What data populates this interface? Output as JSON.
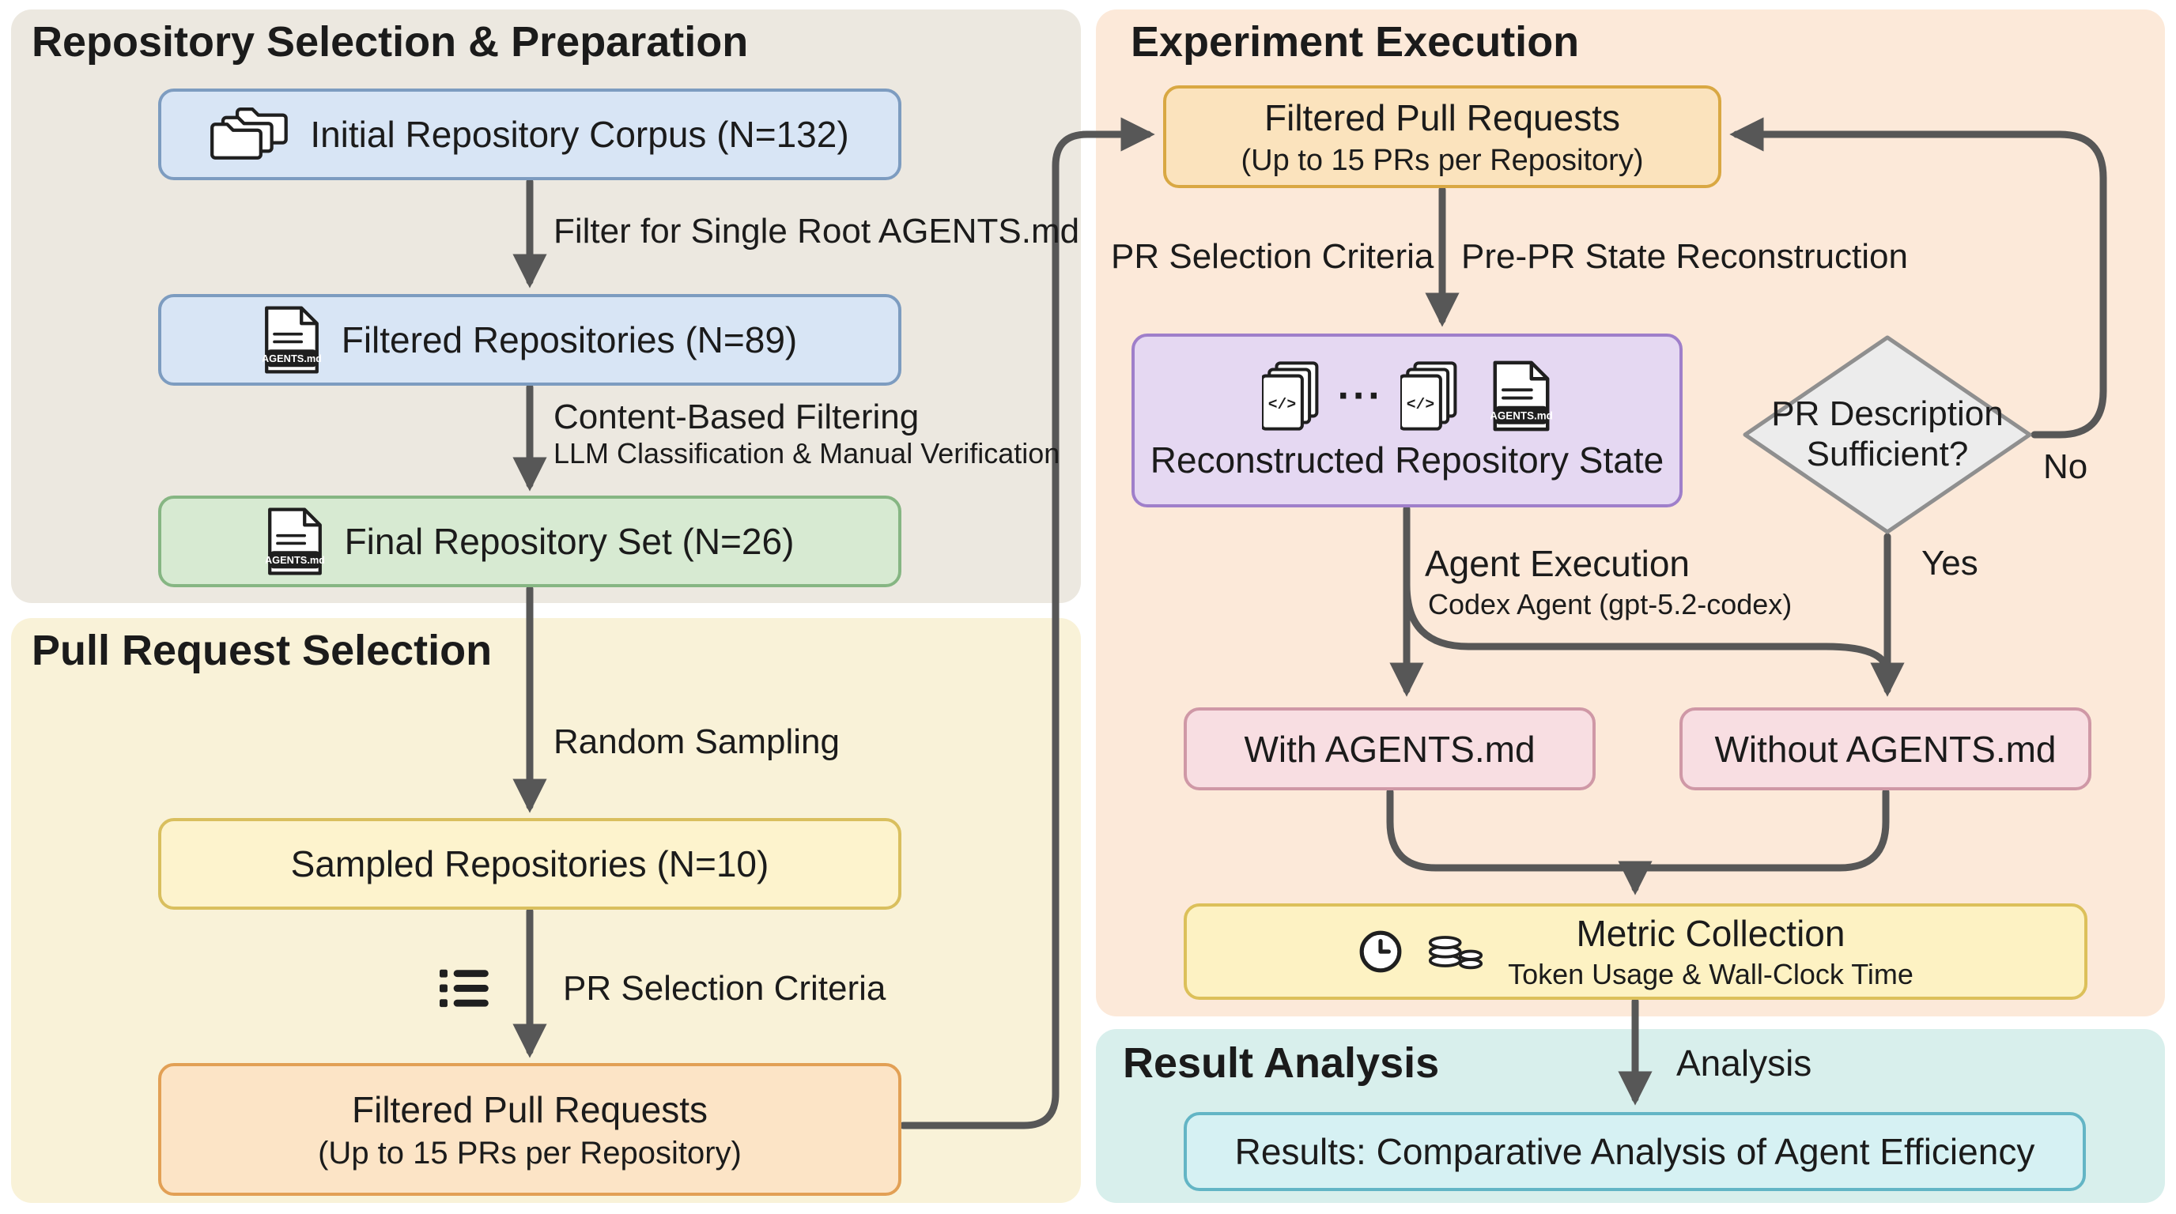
{
  "colors": {
    "arrow": "#575757",
    "text": "#1b1b1b",
    "panel_repo_bg": "#ece8e0",
    "panel_pr_bg": "#f9f2d8",
    "panel_experiment_bg": "#fce9d9",
    "panel_result_bg": "#d8efec",
    "blue_fill": "#d8e5f5",
    "blue_border": "#7d9cc0",
    "green_fill": "#d7ead2",
    "green_border": "#86b683",
    "yellow_fill": "#fdf3cd",
    "yellow_border": "#d9bf5e",
    "orange_fill": "#fce4c6",
    "orange_border": "#e2a055",
    "gold_fill": "#fbe3bd",
    "gold_border": "#d9a843",
    "purple_fill": "#e5d8f2",
    "purple_border": "#9f7fca",
    "gray_fill": "#ececec",
    "gray_border": "#8f8f8f",
    "pink_fill": "#f8dee2",
    "pink_border": "#cf98a6",
    "metric_fill": "#fdf2c3",
    "metric_border": "#dcc05a",
    "cyan_fill": "#d6f1f3",
    "cyan_border": "#63b5c5"
  },
  "panels": {
    "repo_selection": {
      "title": "Repository Selection & Preparation"
    },
    "pr_selection": {
      "title": "Pull Request Selection"
    },
    "experiment": {
      "title": "Experiment Execution"
    },
    "result_analysis": {
      "title": "Result Analysis"
    }
  },
  "nodes": {
    "initial_corpus": {
      "label": "Initial Repository Corpus (N=132)"
    },
    "filtered_repositories": {
      "label": "Filtered Repositories (N=89)"
    },
    "final_repository_set": {
      "label": "Final Repository Set (N=26)"
    },
    "sampled_repositories": {
      "label": "Sampled Repositories (N=10)"
    },
    "filtered_pull_requests": {
      "line1": "Filtered Pull Requests",
      "line2": "(Up to 15 PRs per Repository)"
    },
    "reconstructed_state": {
      "label": "Reconstructed Repository State"
    },
    "pr_description_check": {
      "line1": "PR Description",
      "line2": "Sufficient?"
    },
    "with_agents_md": {
      "label": "With AGENTS.md"
    },
    "without_agents_md": {
      "label": "Without AGENTS.md"
    },
    "metric_collection": {
      "title": "Metric Collection",
      "subtitle": "Token Usage & Wall-Clock Time"
    },
    "results": {
      "label": "Results: Comparative Analysis of Agent Efficiency"
    }
  },
  "edge_labels": {
    "filter_single_root": "Filter for Single Root AGENTS.md",
    "content_based_filtering": "Content-Based Filtering",
    "llm_classification": "LLM Classification & Manual Verification",
    "random_sampling": "Random Sampling",
    "pr_selection_criteria": "PR Selection Criteria",
    "pre_pr_state": "Pre-PR State Reconstruction",
    "agent_execution": "Agent Execution",
    "codex_agent": "Codex Agent (gpt-5.2-codex)",
    "no": "No",
    "yes": "Yes",
    "analysis": "Analysis"
  },
  "icons": {
    "agents_md_badge": "AGENTS.md",
    "code_glyph": "</>",
    "ellipsis": "···"
  }
}
